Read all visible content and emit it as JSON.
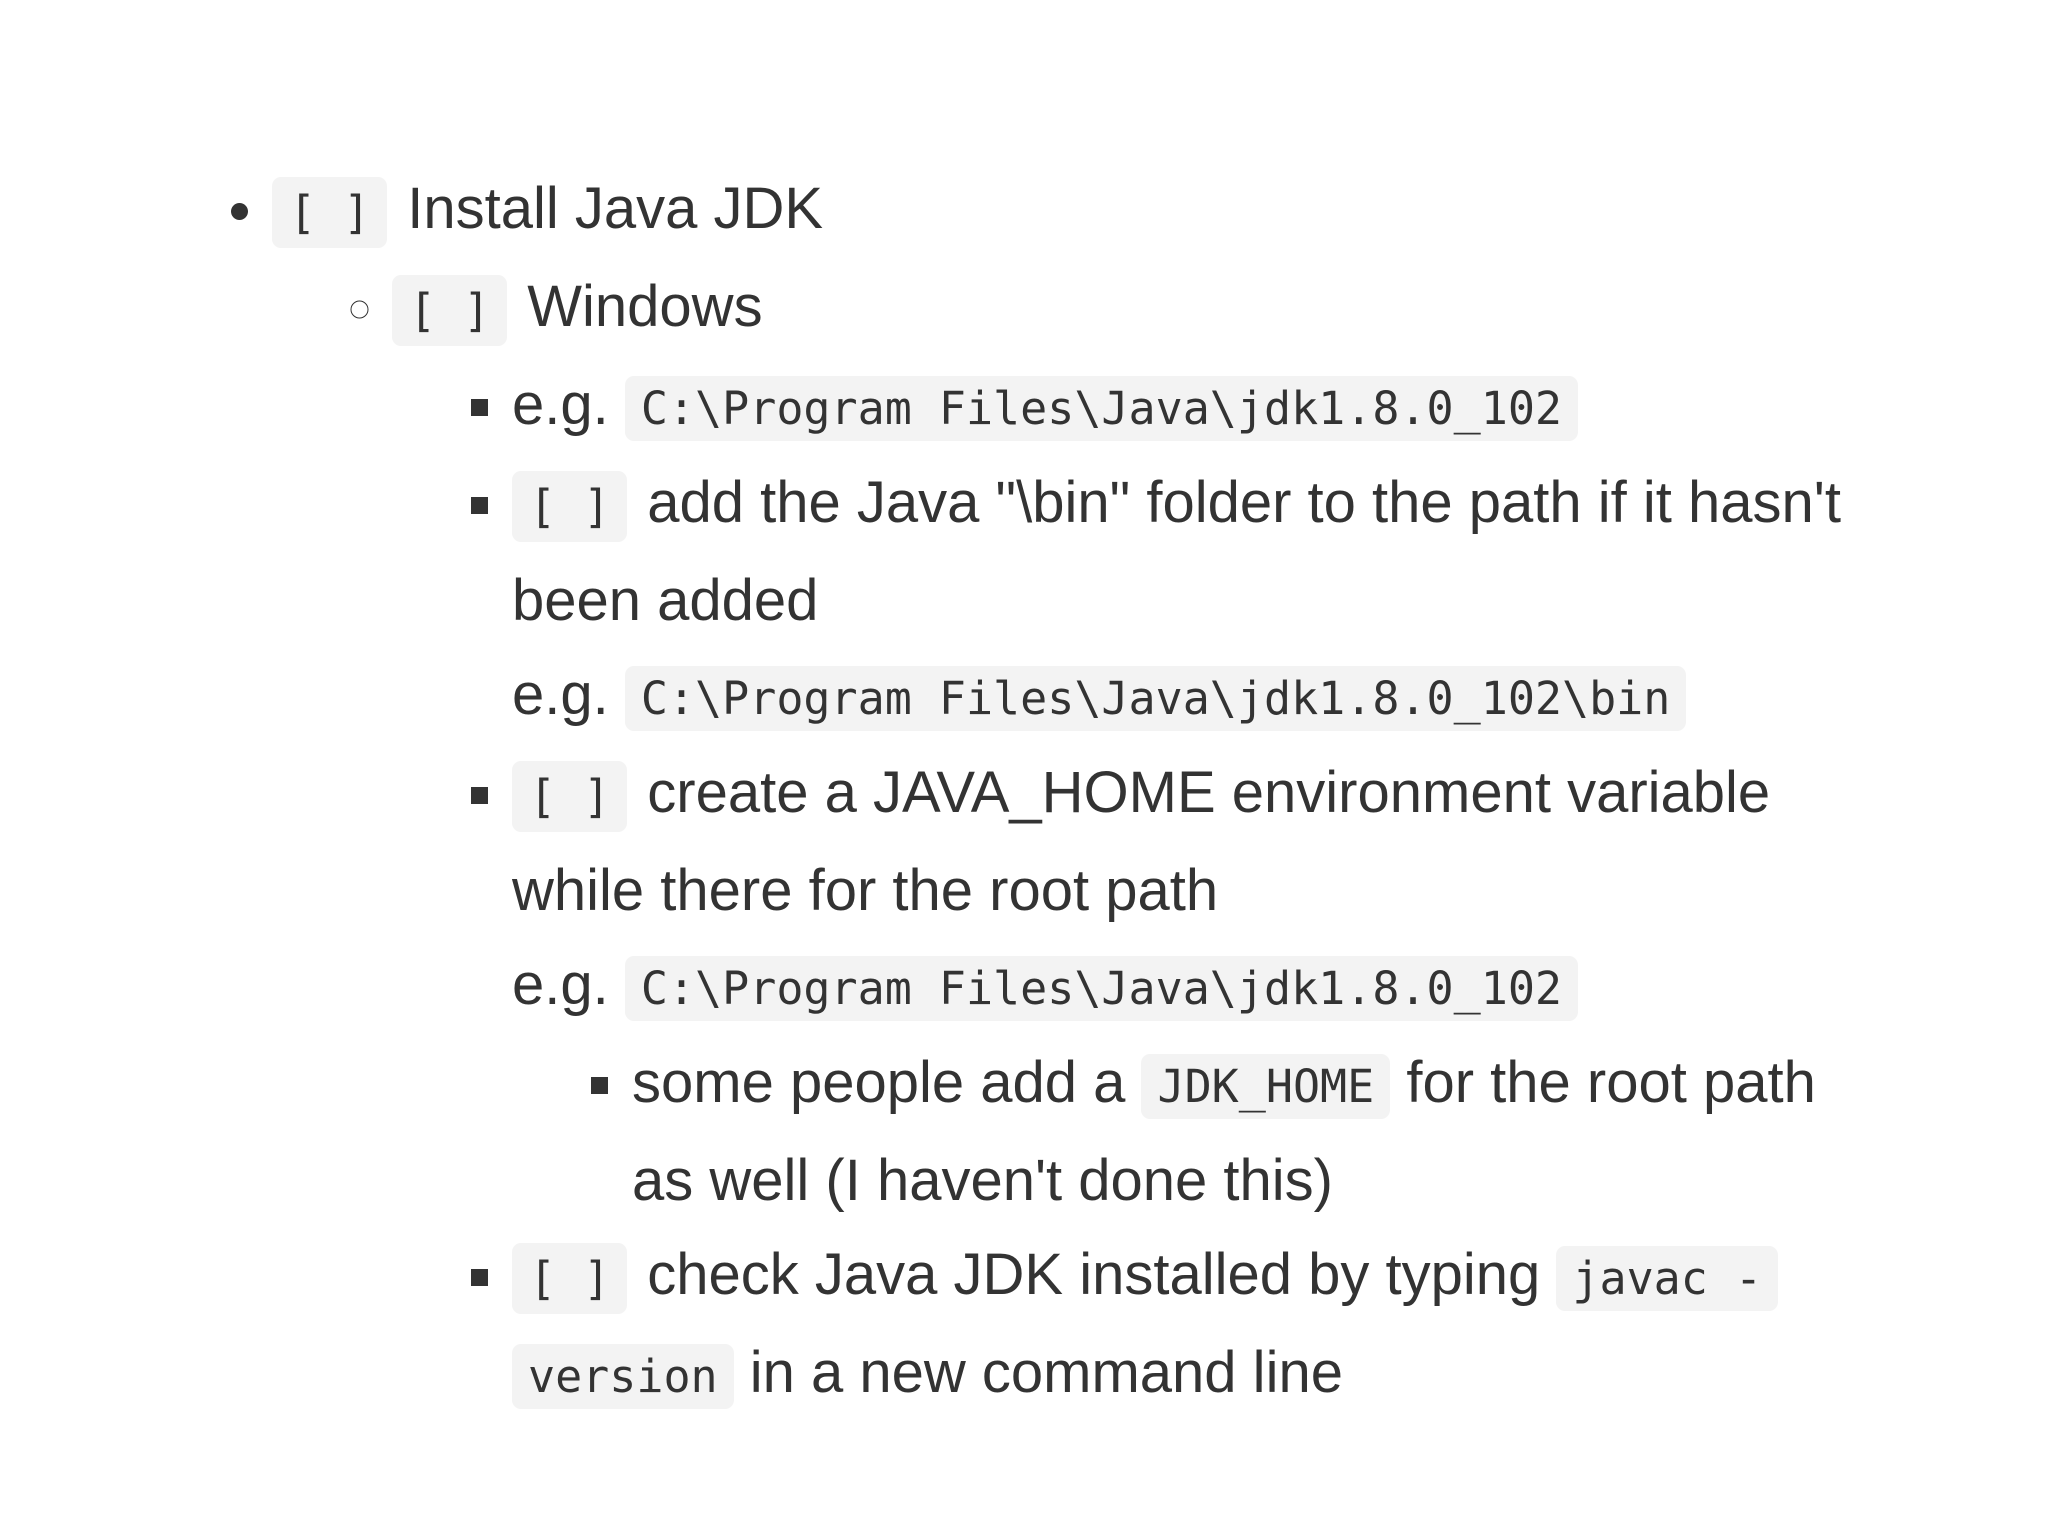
{
  "meta": {
    "page_background": "#ffffff",
    "text_color": "#333333",
    "code_background": "#f3f3f3",
    "bullet_styles": [
      "disc",
      "circle",
      "square",
      "square"
    ]
  },
  "checkbox": {
    "unchecked_label": "[ ]",
    "state": "unchecked"
  },
  "labels": {
    "eg": "e.g. "
  },
  "items": {
    "install_jdk": {
      "label": "Install Java JDK"
    },
    "windows": {
      "label": "Windows"
    },
    "eg_root": {
      "code": "C:\\Program Files\\Java\\jdk1.8.0_102"
    },
    "add_bin": {
      "text": "add the Java \"\\bin\" folder to the path if it hasn't been added",
      "eg_code": "C:\\Program Files\\Java\\jdk1.8.0_102\\bin"
    },
    "java_home": {
      "text": "create a JAVA_HOME environment variable while there for the root path",
      "eg_code": "C:\\Program Files\\Java\\jdk1.8.0_102"
    },
    "jdk_home": {
      "pre": "some people add a ",
      "code": "JDK_HOME",
      "post": " for the root path as well (I haven't done this)"
    },
    "check": {
      "pre": "check Java JDK installed by typing ",
      "code": "javac -version",
      "post": " in a new command line"
    }
  }
}
